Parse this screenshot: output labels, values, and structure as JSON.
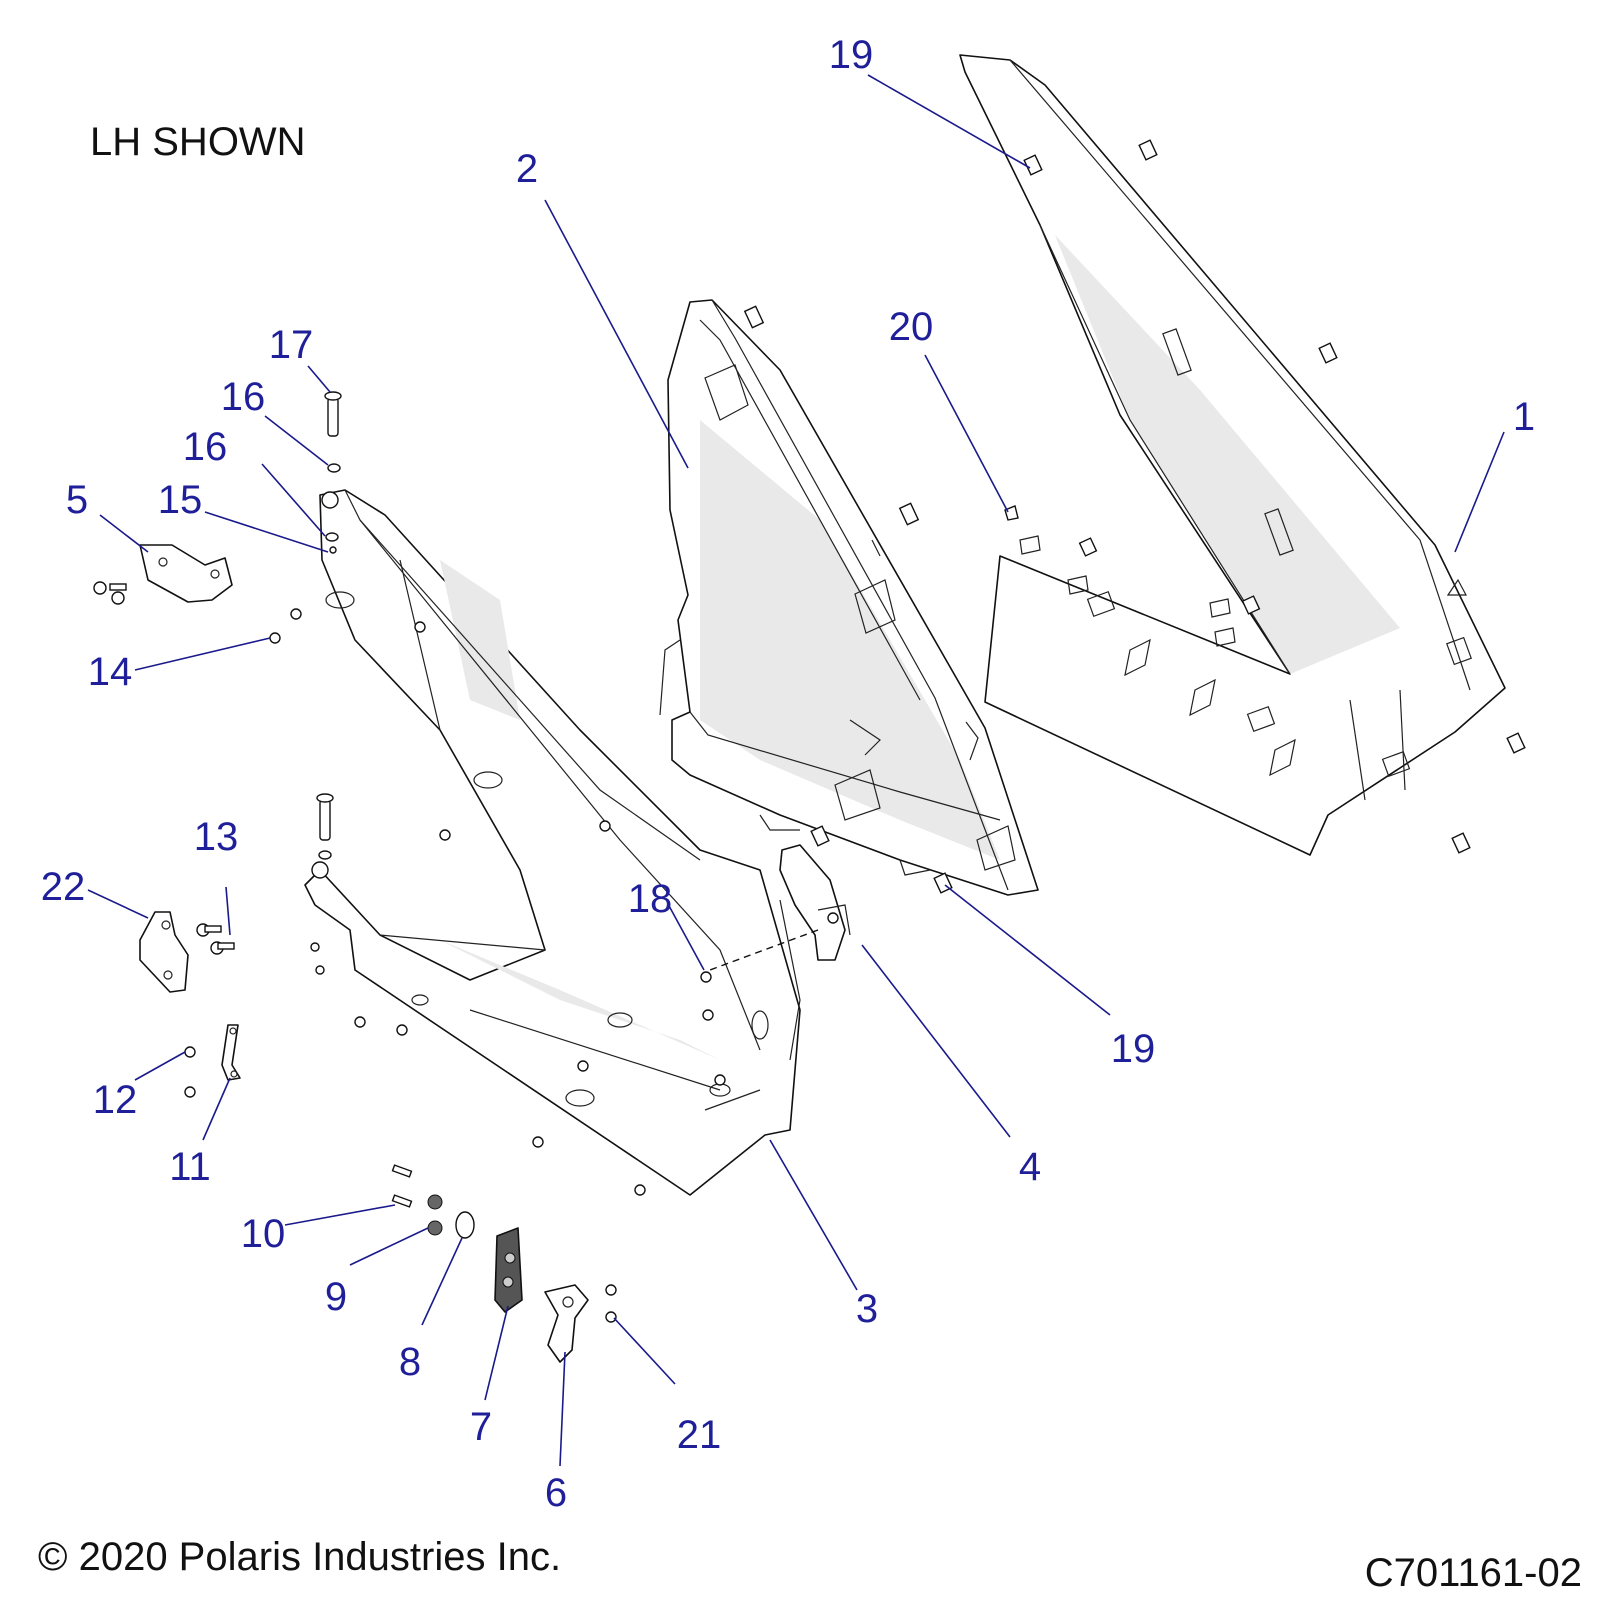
{
  "diagram": {
    "view_note": "LH SHOWN",
    "copyright": "© 2020 Polaris Industries Inc.",
    "drawing_number": "C701161-02",
    "callout_color": "#1f1f99",
    "callouts": {
      "c1": "1",
      "c2": "2",
      "c3": "3",
      "c4": "4",
      "c5": "5",
      "c6": "6",
      "c7": "7",
      "c8": "8",
      "c9": "9",
      "c10": "10",
      "c11": "11",
      "c12": "12",
      "c13": "13",
      "c14": "14",
      "c15": "15",
      "c16a": "16",
      "c16b": "16",
      "c17": "17",
      "c18": "18",
      "c19a": "19",
      "c19b": "19",
      "c20": "20",
      "c21": "21",
      "c22": "22"
    }
  }
}
